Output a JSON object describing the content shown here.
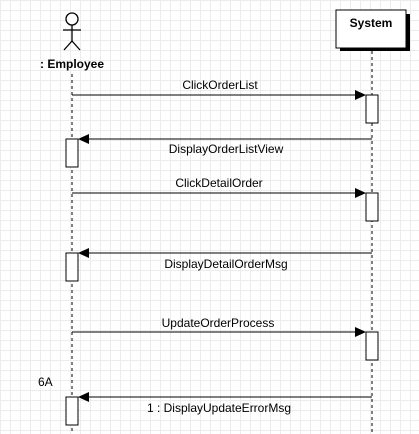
{
  "actor": {
    "label": ": Employee"
  },
  "system": {
    "label": "System"
  },
  "messages": [
    {
      "label": "ClickOrderList",
      "direction": "to-system"
    },
    {
      "label": "DisplayOrderListView",
      "direction": "to-actor"
    },
    {
      "label": "ClickDetailOrder",
      "direction": "to-system"
    },
    {
      "label": "DisplayDetailOrderMsg",
      "direction": "to-actor"
    },
    {
      "label": "UpdateOrderProcess",
      "direction": "to-system"
    },
    {
      "label": "1 : DisplayUpdateErrorMsg",
      "direction": "to-actor"
    }
  ],
  "fragment_label": "6A"
}
